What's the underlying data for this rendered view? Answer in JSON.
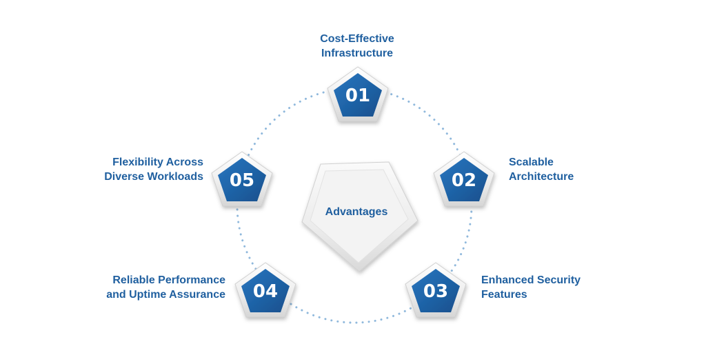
{
  "center": {
    "title": "Advantages"
  },
  "nodes": [
    {
      "number": "01",
      "lines": [
        "Cost-Effective",
        "Infrastructure"
      ]
    },
    {
      "number": "02",
      "lines": [
        "Scalable",
        "Architecture"
      ]
    },
    {
      "number": "03",
      "lines": [
        "Enhanced Security",
        "Features"
      ]
    },
    {
      "number": "04",
      "lines": [
        "Reliable Performance",
        "and Uptime Assurance"
      ]
    },
    {
      "number": "05",
      "lines": [
        "Flexibility Across",
        "Diverse Workloads"
      ]
    }
  ],
  "colors": {
    "primary": "#1f64a8",
    "primary_dark": "#184f8c",
    "label_text": "#1f5f9f",
    "dotted_ring": "#8fb8dc",
    "frame_light": "#f4f4f4",
    "frame_shadow": "#c8c8c8"
  },
  "icons": {
    "node_shape": "pentagon-badge",
    "center_shape": "pentagon-plate"
  }
}
